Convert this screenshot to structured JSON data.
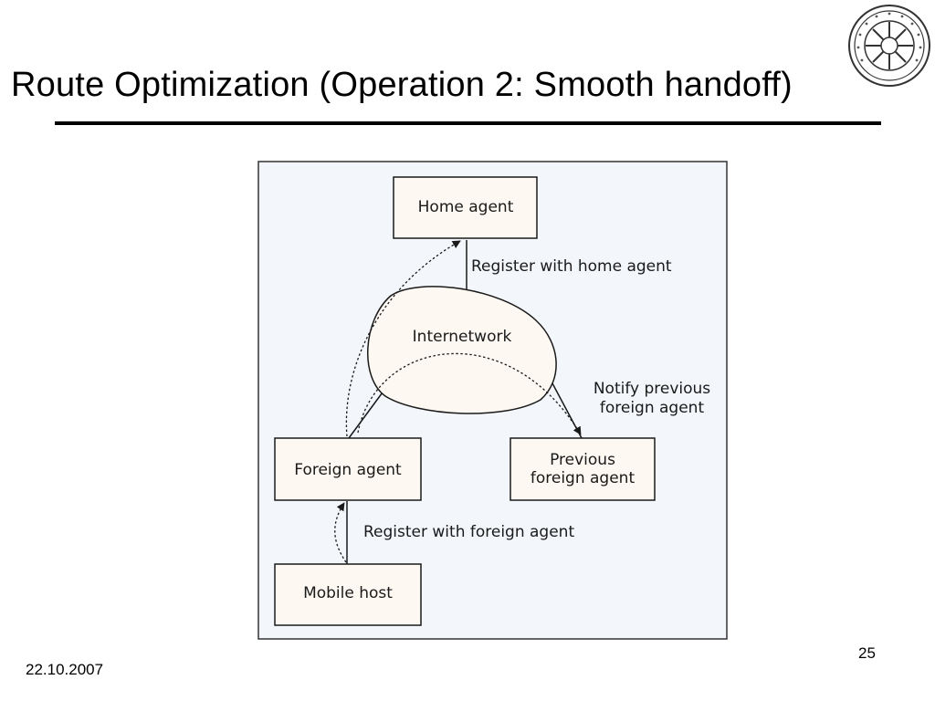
{
  "slide": {
    "title": "Route Optimization (Operation 2: Smooth handoff)",
    "date": "22.10.2007",
    "page_number": "25"
  },
  "logo": {
    "icon": "institute-seal-icon"
  },
  "diagram": {
    "nodes": {
      "home_agent": "Home agent",
      "internetwork": "Internetwork",
      "foreign_agent": "Foreign agent",
      "previous_foreign_agent": [
        "Previous",
        "foreign agent"
      ],
      "mobile_host": "Mobile host"
    },
    "labels": {
      "register_home": "Register with home agent",
      "notify_previous": [
        "Notify previous",
        "foreign agent"
      ],
      "register_foreign": "Register with foreign agent"
    },
    "colors": {
      "box_fill": "#fdf8f1",
      "panel_fill": "#f3f6fb",
      "stroke": "#1a1a1a"
    }
  }
}
